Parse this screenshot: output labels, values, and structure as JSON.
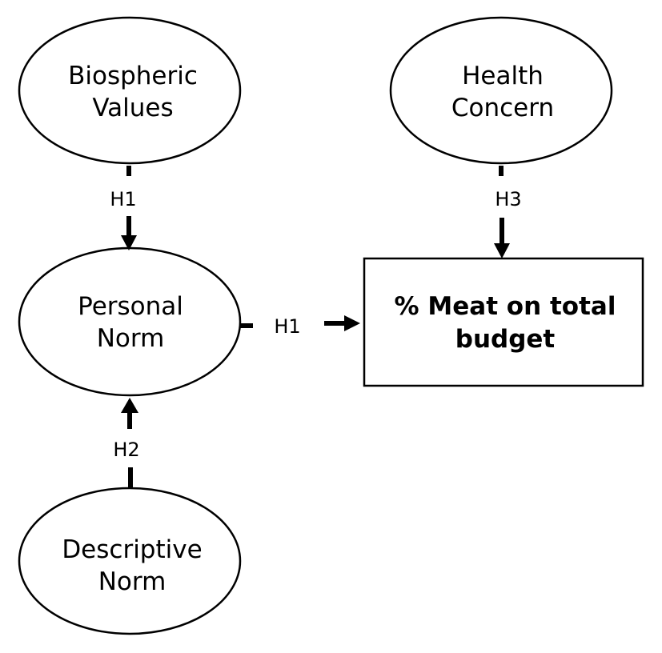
{
  "nodes": {
    "biospheric_values": {
      "line1": "Biospheric",
      "line2": "Values"
    },
    "health_concern": {
      "line1": "Health",
      "line2": "Concern"
    },
    "personal_norm": {
      "line1": "Personal",
      "line2": "Norm"
    },
    "descriptive_norm": {
      "line1": "Descriptive",
      "line2": "Norm"
    },
    "meat_budget": {
      "line1": "% Meat on total",
      "line2": "budget"
    }
  },
  "edges": {
    "biospheric_to_personal": "H1",
    "personal_to_meat": "H1",
    "health_to_meat": "H3",
    "descriptive_to_personal": "H2"
  },
  "colors": {
    "stroke": "#000000",
    "background": "#ffffff"
  }
}
